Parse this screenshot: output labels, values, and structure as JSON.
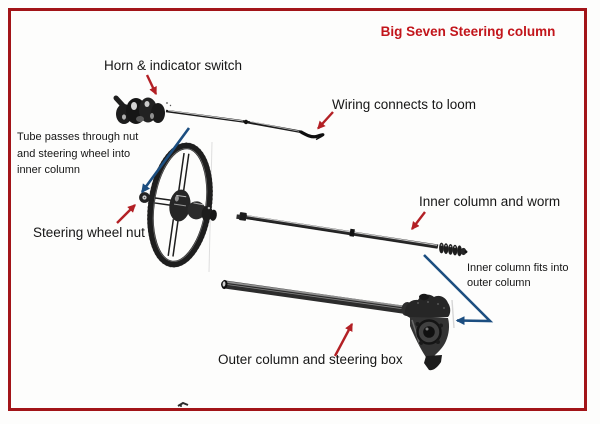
{
  "title": "Big Seven Steering column",
  "labels": {
    "horn_switch": "Horn & indicator switch",
    "wiring_loom": "Wiring connects to loom",
    "tube_note": "Tube passes through nut\nand steering wheel into\ninner column",
    "wheel_nut": "Steering wheel nut",
    "inner_column": "Inner column and worm",
    "fits_note": "Inner column fits into\nouter column",
    "outer_column": "Outer column and steering box"
  },
  "colors": {
    "border-red": "#a21418",
    "title-red": "#c2151b",
    "arrow-red": "#b32025",
    "arrow-blue": "#1c4e80",
    "text-black": "#161616"
  },
  "diagram_parts": [
    "horn-indicator-switch",
    "wiring-tube",
    "steering-wheel",
    "steering-wheel-nut",
    "inner-column-and-worm",
    "outer-column-and-steering-box"
  ]
}
